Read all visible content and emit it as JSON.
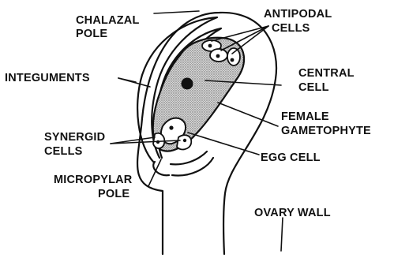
{
  "labels": {
    "chalazal_pole": [
      "CHALAZAL",
      "POLE"
    ],
    "antipodal_cells": [
      "ANTIPODAL",
      "CELLS"
    ],
    "integuments": "INTEGUMENTS",
    "central_cell": [
      "CENTRAL",
      "CELL"
    ],
    "female_gametophyte": [
      "FEMALE",
      "GAMETOPHYTE"
    ],
    "synergid_cells": [
      "SYNERGID",
      "CELLS"
    ],
    "egg_cell": "EGG CELL",
    "micropylar_pole": [
      "MICROPYLAR",
      "POLE"
    ],
    "ovary_wall": "OVARY WALL"
  },
  "colors": {
    "ink": "#111111",
    "gametophyte_fill": "#c8c8c8",
    "background": "#ffffff"
  }
}
